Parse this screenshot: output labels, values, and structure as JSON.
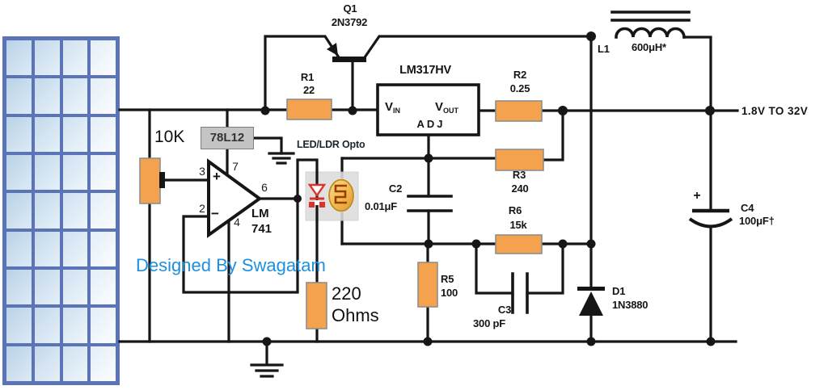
{
  "title": "Solar panel switching regulator schematic",
  "colors": {
    "wire": "#161616",
    "resistor": "#F5A24E",
    "panel_border": "#5B74B8",
    "regulator_box": "#C4C4C4",
    "designer_text": "#1D8FE1",
    "led_red": "#D6342C",
    "ldr_gold": "#EFAF3F"
  },
  "solar_panel": {
    "rows": 9,
    "cols": 4
  },
  "components": {
    "q1": {
      "ref": "Q1",
      "part": "2N3792"
    },
    "r1": {
      "ref": "R1",
      "value": "22"
    },
    "r2": {
      "ref": "R2",
      "value": "0.25"
    },
    "r3": {
      "ref": "R3",
      "value": "240"
    },
    "r5": {
      "ref": "R5",
      "value": "100"
    },
    "r6": {
      "ref": "R6",
      "value": "15k"
    },
    "r220": {
      "line1": "220",
      "line2": "Ohms"
    },
    "pot": {
      "value": "10K"
    },
    "c2": {
      "ref": "C2",
      "value": "0.01μF"
    },
    "c3": {
      "ref": "C3",
      "value": "300 pF"
    },
    "c4": {
      "ref": "C4",
      "value": "100μF†",
      "plus": "+"
    },
    "l1": {
      "ref": "L1",
      "value": "600μH*"
    },
    "d1": {
      "ref": "D1",
      "part": "1N3880"
    }
  },
  "lm317": {
    "name": "LM317HV",
    "vin": "V",
    "vin_sub": "IN",
    "vout": "V",
    "vout_sub": "OUT",
    "adj": "ADJ"
  },
  "vreg78": {
    "name": "78L12"
  },
  "opamp": {
    "name1": "LM",
    "name2": "741",
    "pin3": "3",
    "pin2": "2",
    "pin7": "7",
    "pin4": "4",
    "pin6": "6",
    "plus": "+",
    "minus": "−"
  },
  "opto": {
    "label": "LED/LDR Opto"
  },
  "output_label": "1.8V TO 32V",
  "designer": "Designed By Swagatam"
}
